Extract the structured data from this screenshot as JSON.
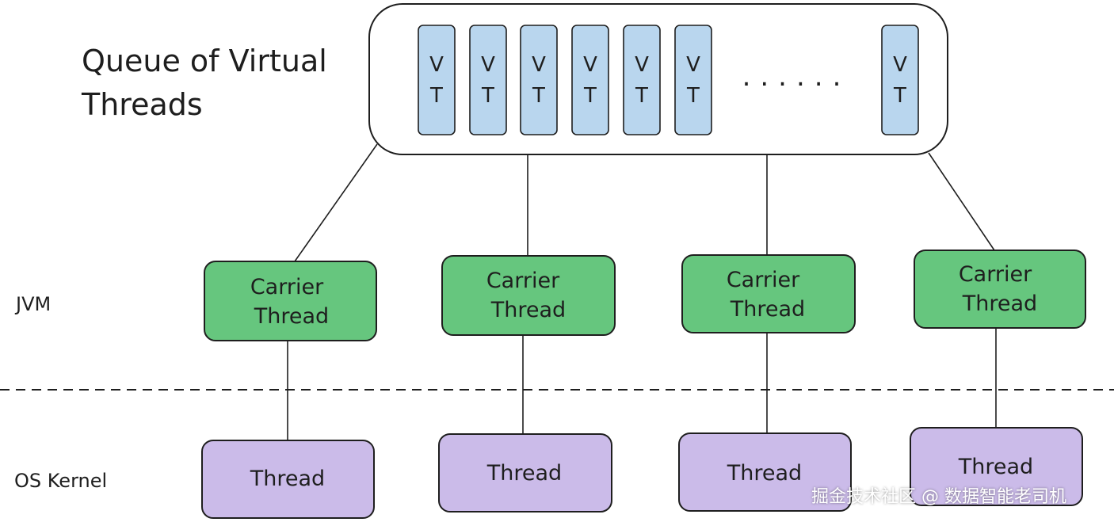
{
  "title_line1": "Queue of Virtual",
  "title_line2": "Threads",
  "vt_top": "V",
  "vt_bottom": "T",
  "ellipsis": "......",
  "layer_jvm": "JVM",
  "layer_os": "OS Kernel",
  "carrier_line1": "Carrier",
  "carrier_line2": "Thread",
  "os_thread_label": "Thread",
  "watermark": "掘金技术社区 @ 数据智能老司机",
  "colors": {
    "vt_fill": "#b9d6ee",
    "carrier_fill": "#66c67e",
    "os_thread_fill": "#cbbbe9",
    "stroke": "#1e1e1e"
  }
}
